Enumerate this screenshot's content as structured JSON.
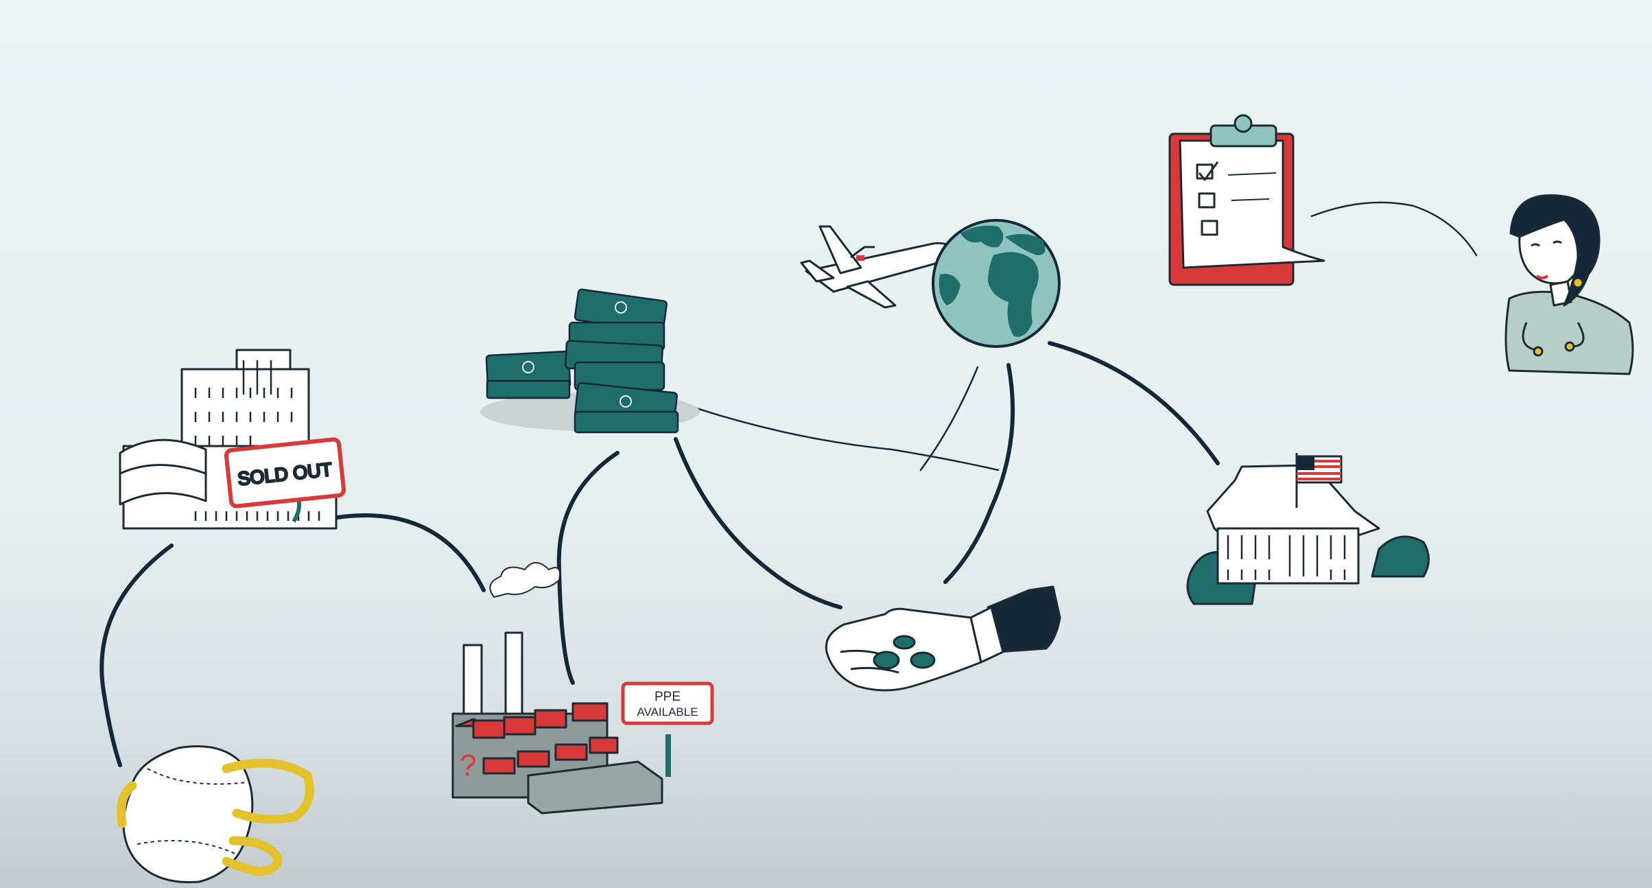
{
  "scene": {
    "colors": {
      "background_top": "#e9f3f4",
      "background_bottom": "#c2cbcd",
      "ink": "#15283a",
      "teal": "#1f6e6b",
      "red": "#d83a3a",
      "yellow": "#e2c12b"
    },
    "signs": {
      "sold_out": "SOLD OUT",
      "ppe_line1": "PPE",
      "ppe_line2": "AVAILABLE"
    },
    "factory_mark": "?"
  }
}
